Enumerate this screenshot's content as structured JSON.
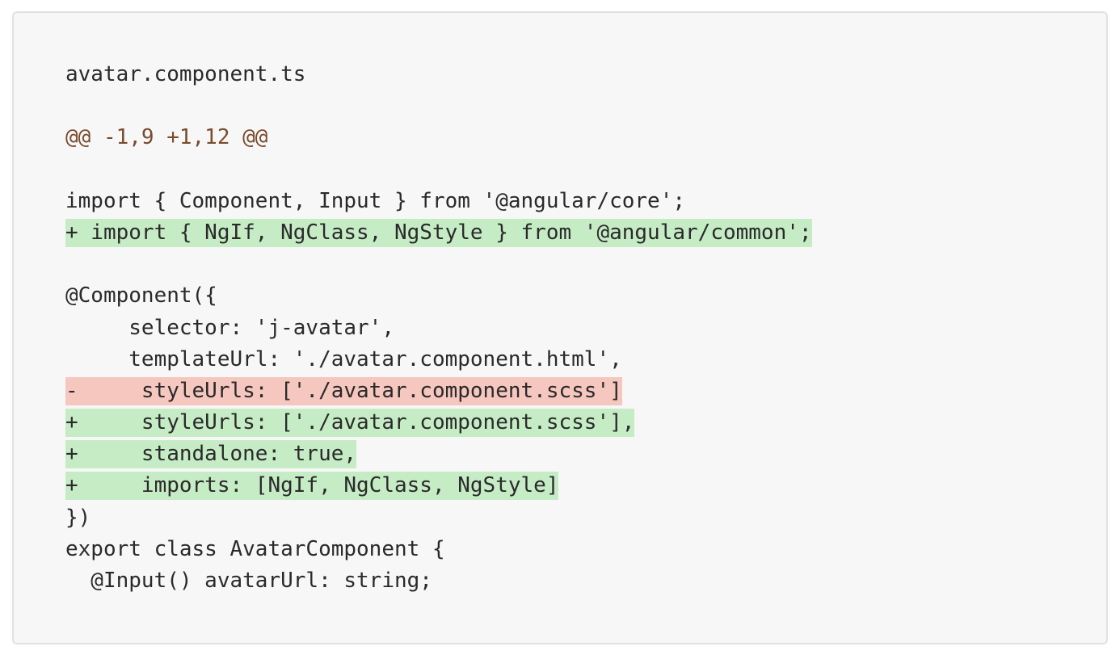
{
  "filename": "avatar.component.ts",
  "hunk_header": "@@ -1,9 +1,12 @@",
  "lines": [
    {
      "type": "context",
      "text": "import { Component, Input } from '@angular/core';"
    },
    {
      "type": "add",
      "text": "+ import { NgIf, NgClass, NgStyle } from '@angular/common';"
    },
    {
      "type": "blank",
      "text": ""
    },
    {
      "type": "context",
      "text": "@Component({"
    },
    {
      "type": "context",
      "text": "     selector: 'j-avatar',"
    },
    {
      "type": "context",
      "text": "     templateUrl: './avatar.component.html',"
    },
    {
      "type": "del",
      "text": "-     styleUrls: ['./avatar.component.scss']"
    },
    {
      "type": "add",
      "text": "+     styleUrls: ['./avatar.component.scss'],"
    },
    {
      "type": "add",
      "text": "+     standalone: true,"
    },
    {
      "type": "add",
      "text": "+     imports: [NgIf, NgClass, NgStyle]"
    },
    {
      "type": "context",
      "text": "})"
    },
    {
      "type": "context",
      "text": "export class AvatarComponent {"
    },
    {
      "type": "context",
      "text": "  @Input() avatarUrl: string;"
    }
  ],
  "colors": {
    "added_line_bg": "#c6ecc6",
    "removed_line_bg": "#f6c7bf",
    "hunk_header_text": "#7a4b2c",
    "panel_bg": "#f7f7f7"
  }
}
